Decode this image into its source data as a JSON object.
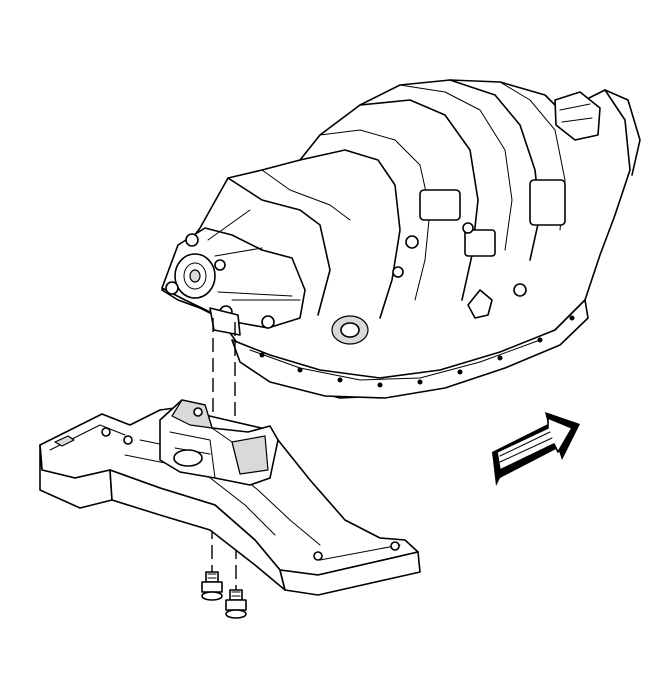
{
  "diagram": {
    "parts": [
      {
        "id": "transmission",
        "icon": "transmission-assembly"
      },
      {
        "id": "mount",
        "icon": "transmission-mount"
      },
      {
        "id": "crossmember",
        "icon": "crossmember"
      },
      {
        "id": "bolts",
        "icon": "mount-bolts",
        "count": 2
      },
      {
        "id": "arrow",
        "icon": "front-direction-arrow"
      }
    ],
    "colors": {
      "line": "#000000",
      "background": "#ffffff",
      "shade": "#d9d9d9"
    }
  }
}
